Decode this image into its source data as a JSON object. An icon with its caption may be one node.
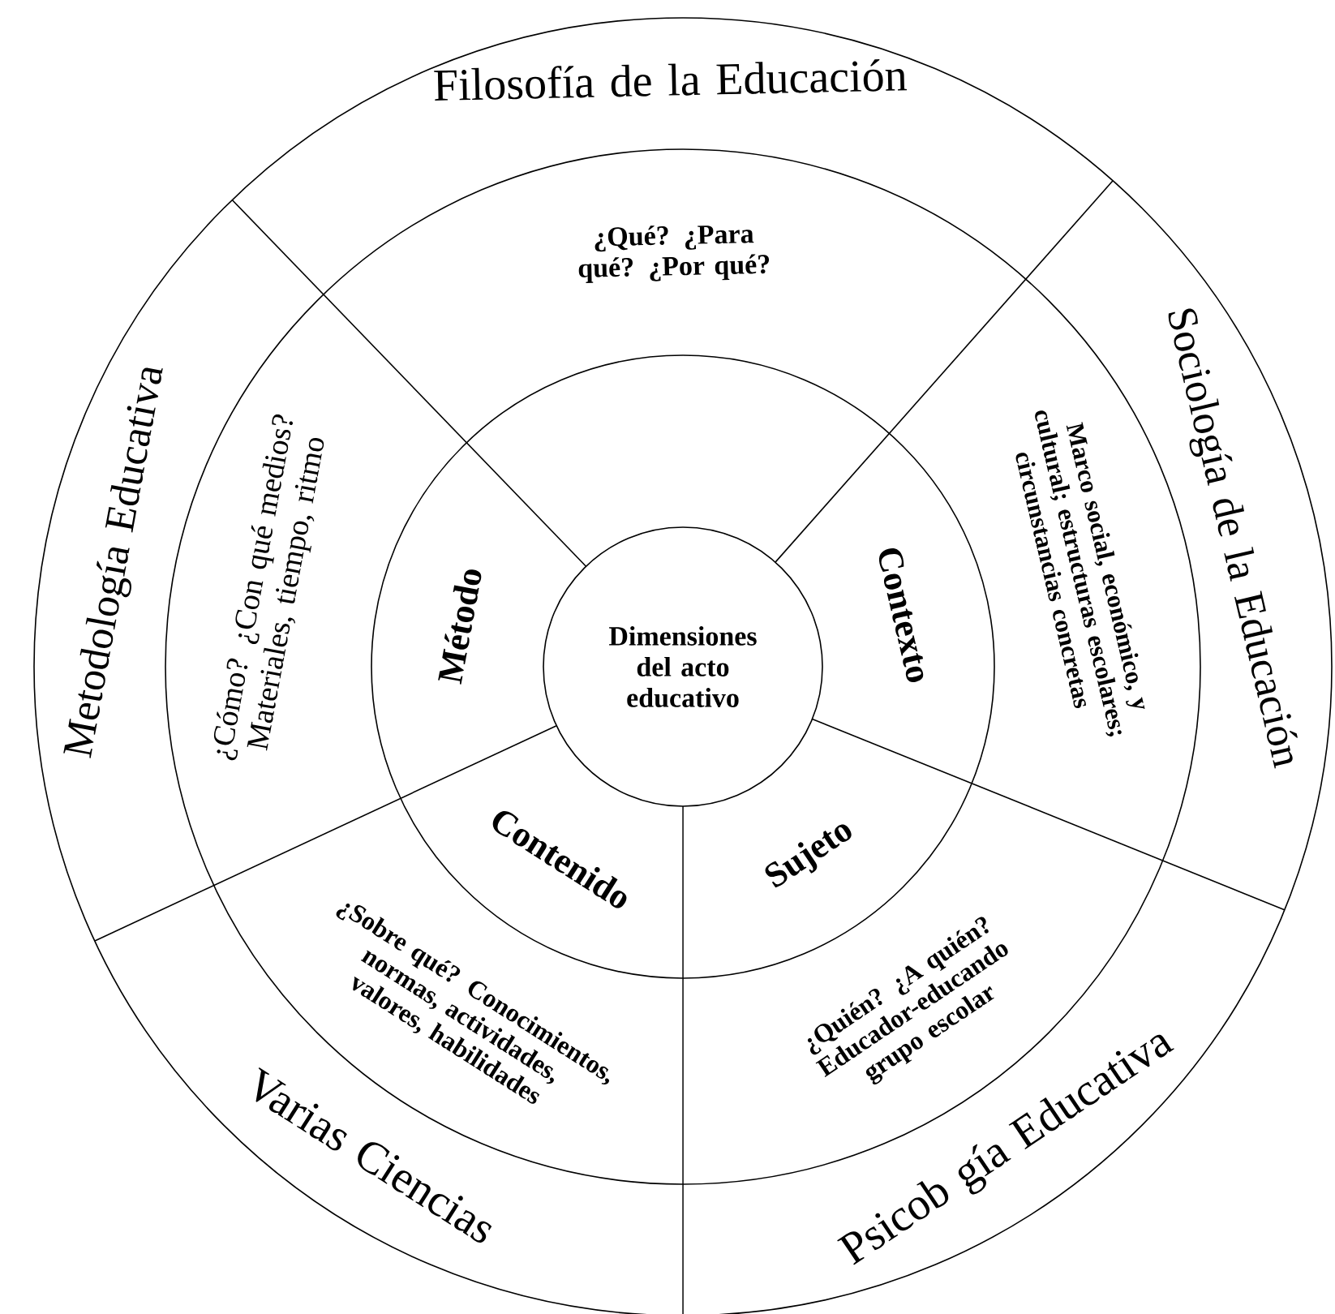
{
  "diagram": {
    "nodes": [
      {
        "text": [
          "Dimensiones del acto educativo"
        ]
      },
      {
        "text": [
          "Filosofía de la Educación"
        ]
      },
      {
        "text": [
          "¿Qué? ¿Para qué? ¿Por qué?"
        ]
      },
      {
        "text": [
          "Metodología Educativa"
        ]
      },
      {
        "text": [
          "¿Cómo? ¿Con qué medios? Materiales, tiempo, ritmo"
        ]
      },
      {
        "text": [
          "Método"
        ]
      },
      {
        "text": [
          "Sociología de la Educación"
        ]
      },
      {
        "text": [
          "Marco social, económico, y cultural; estructuras escolares; circunstancias concretas"
        ]
      },
      {
        "text": [
          "Contexto"
        ]
      },
      {
        "text": [
          "Contenido"
        ]
      },
      {
        "text": [
          "¿Sobre qué? Conocimientos, normas, actividades, valores, habilidades"
        ]
      },
      {
        "text": [
          "Varias Ciencias"
        ]
      },
      {
        "text": [
          "Sujeto"
        ]
      },
      {
        "text": [
          "¿Quién? ¿A quién? Educador-educando grupo escolar"
        ]
      },
      {
        "text": [
          "Psicob gía Educativa"
        ]
      }
    ]
  }
}
